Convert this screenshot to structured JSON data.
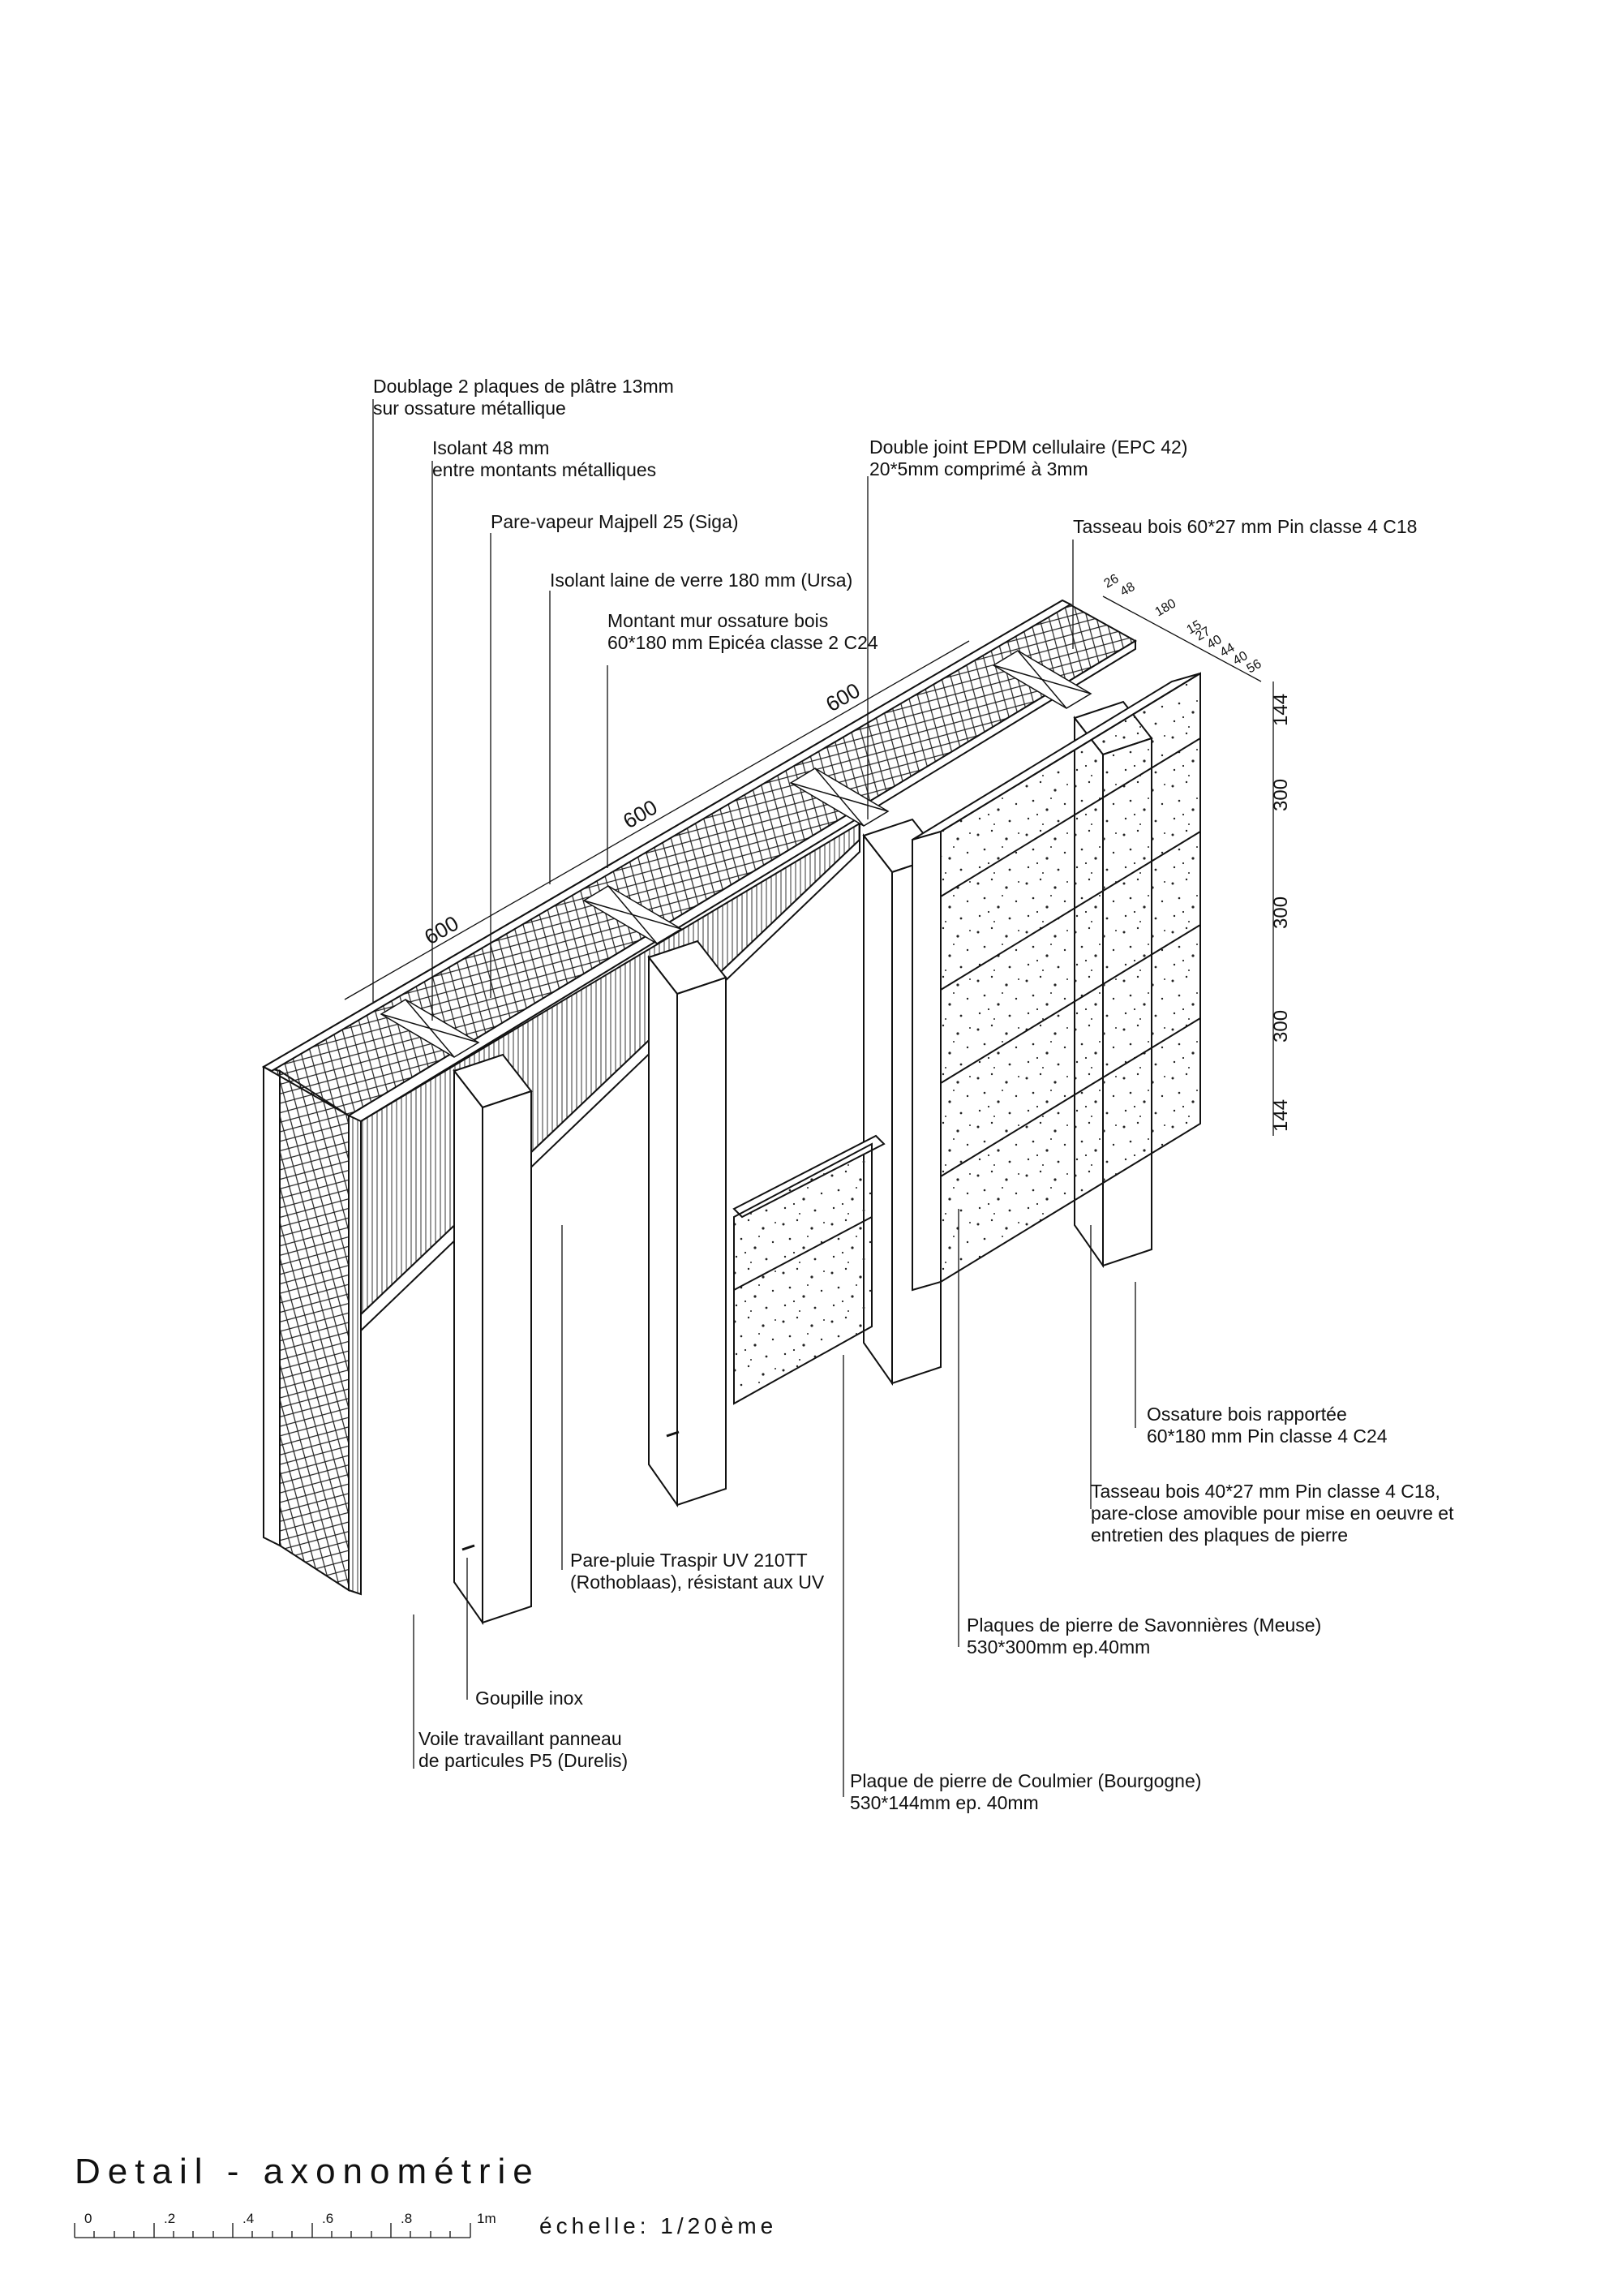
{
  "labels": {
    "doublage": [
      "Doublage 2 plaques de plâtre 13mm",
      "sur ossature métallique"
    ],
    "isolant48": [
      "Isolant 48 mm",
      "entre montants métalliques"
    ],
    "pare_vapeur": [
      "Pare-vapeur Majpell 25 (Siga)"
    ],
    "isolant_laine": [
      "Isolant laine de verre 180 mm (Ursa)"
    ],
    "montant": [
      "Montant mur ossature bois",
      "60*180 mm Epicéa classe 2 C24"
    ],
    "joint": [
      "Double joint EPDM cellulaire (EPC 42)",
      "20*5mm comprimé à 3mm"
    ],
    "tasseau_top": [
      "Tasseau bois 60*27 mm Pin classe 4 C18"
    ],
    "ossature": [
      "Ossature bois rapportée",
      "60*180 mm Pin classe 4 C24"
    ],
    "tasseau_bottom": [
      "Tasseau bois 40*27 mm Pin classe 4 C18,",
      "pare-close amovible pour mise en oeuvre et",
      "entretien des plaques de pierre"
    ],
    "pare_pluie": [
      "Pare-pluie Traspir UV 210TT",
      "(Rothoblaas), résistant aux UV"
    ],
    "plaques_savonnieres": [
      "Plaques de pierre de Savonnières (Meuse)",
      "530*300mm ep.40mm"
    ],
    "goupille": [
      "Goupille inox"
    ],
    "voile": [
      "Voile travaillant panneau",
      "de particules P5 (Durelis)"
    ],
    "plaque_coulmier": [
      "Plaque de pierre de Coulmier (Bourgogne)",
      "530*144mm ep. 40mm"
    ]
  },
  "dimensions": {
    "spacing": [
      "600",
      "600",
      "600"
    ],
    "layers": [
      "26",
      "48",
      "180",
      "15",
      "27",
      "40",
      "44",
      "40",
      "56"
    ],
    "vertical": [
      "144",
      "300",
      "300",
      "300",
      "144"
    ]
  },
  "title": "Detail - axonométrie",
  "scale_bar": {
    "ticks": [
      "0",
      ".2",
      ".4",
      ".6",
      ".8",
      "1m"
    ],
    "label": "échelle: 1/20ème"
  }
}
